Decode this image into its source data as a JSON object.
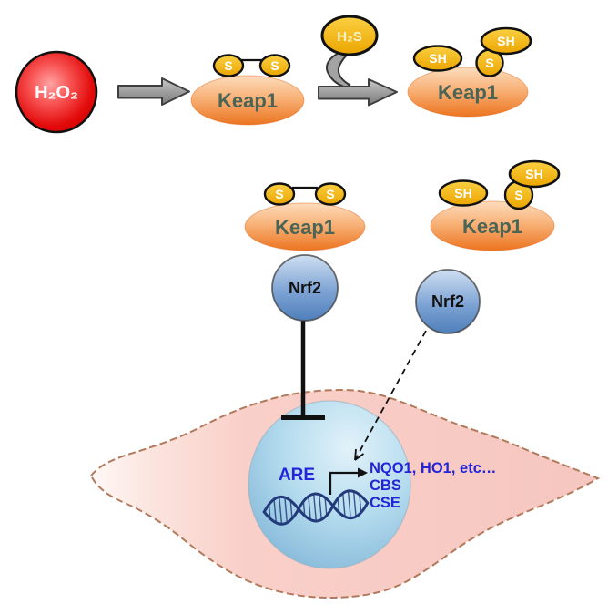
{
  "molecules": {
    "h2o2": {
      "label": "H₂O₂"
    },
    "h2s": {
      "label": "H₂S"
    },
    "keap1": {
      "label": "Keap1"
    },
    "nrf2": {
      "label": "Nrf2"
    },
    "s": {
      "label": "S"
    },
    "sh": {
      "label": "SH"
    }
  },
  "nucleus": {
    "are_label": "ARE",
    "genes": [
      "NQO1, HO1, etc…",
      "CBS",
      "CSE"
    ]
  },
  "colors": {
    "h2o2_red": "#e00000",
    "thiol_gold": "#f0ad00",
    "keap1_orange": "#ee7a28",
    "nrf2_blue": "#5181bd",
    "arrow_gray": "#9a9a9a",
    "cell_pink": "#f8ccc6",
    "nucleus_blue": "#9ccbe4",
    "gene_text_blue": "#2424d8",
    "dna_navy": "#22397a",
    "keap1_text_green": "#4a6455"
  }
}
